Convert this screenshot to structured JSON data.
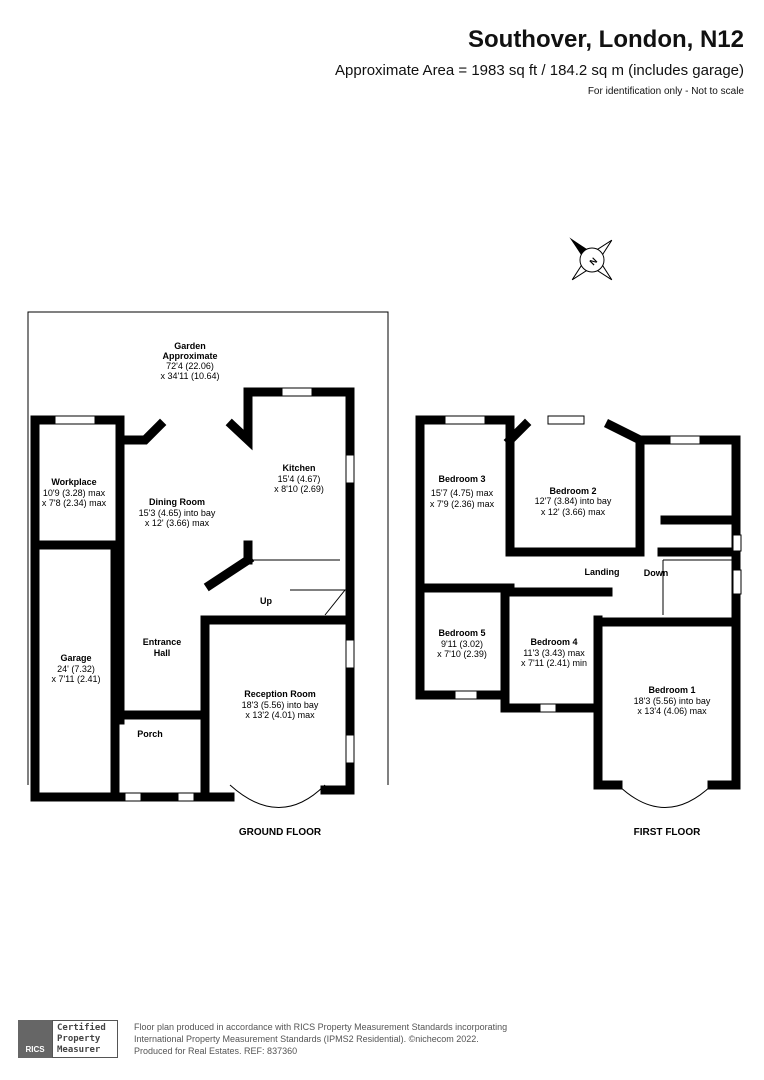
{
  "header": {
    "title": "Southover, London, N12",
    "area": "Approximate Area = 1983 sq ft / 184.2 sq m (includes garage)",
    "note": "For identification only - Not to scale"
  },
  "compass": {
    "label": "N"
  },
  "ground_floor": {
    "label": "GROUND FLOOR",
    "rooms": [
      {
        "name": "Garden",
        "line1": "Approximate",
        "line2": "72'4 (22.06)",
        "line3": "x 34'11 (10.64)"
      },
      {
        "name": "Workplace",
        "line1": "10'9 (3.28) max",
        "line2": "x 7'8 (2.34) max"
      },
      {
        "name": "Dining Room",
        "line1": "15'3 (4.65) into bay",
        "line2": "x 12' (3.66) max"
      },
      {
        "name": "Kitchen",
        "line1": "15'4 (4.67)",
        "line2": "x 8'10 (2.69)"
      },
      {
        "name": "Garage",
        "line1": "24' (7.32)",
        "line2": "x 7'11 (2.41)"
      },
      {
        "name": "Entrance",
        "line1": "Hall"
      },
      {
        "name": "Reception Room",
        "line1": "18'3 (5.56) into bay",
        "line2": "x 13'2 (4.01) max"
      },
      {
        "name": "Porch"
      }
    ],
    "stairs_label": "Up"
  },
  "first_floor": {
    "label": "FIRST FLOOR",
    "rooms": [
      {
        "name": "Bedroom 3",
        "line1": "15'7 (4.75) max",
        "line2": "x 7'9 (2.36) max"
      },
      {
        "name": "Bedroom 2",
        "line1": "12'7 (3.84) into bay",
        "line2": "x 12' (3.66) max"
      },
      {
        "name": "Landing"
      },
      {
        "name": "Bedroom 5",
        "line1": "9'11 (3.02)",
        "line2": "x 7'10 (2.39)"
      },
      {
        "name": "Bedroom 4",
        "line1": "11'3 (3.43) max",
        "line2": "x 7'11 (2.41) min"
      },
      {
        "name": "Bedroom 1",
        "line1": "18'3 (5.56) into bay",
        "line2": "x 13'4 (4.06) max"
      }
    ],
    "stairs_label": "Down"
  },
  "footer": {
    "logo_text": "RICS",
    "badge": [
      "Certified",
      "Property",
      "Measurer"
    ],
    "lines": [
      "Floor plan produced in accordance with RICS Property Measurement Standards incorporating",
      "International Property Measurement Standards (IPMS2 Residential).   ©nichecom 2022.",
      "Produced for Real Estates.   REF: 837360"
    ]
  }
}
